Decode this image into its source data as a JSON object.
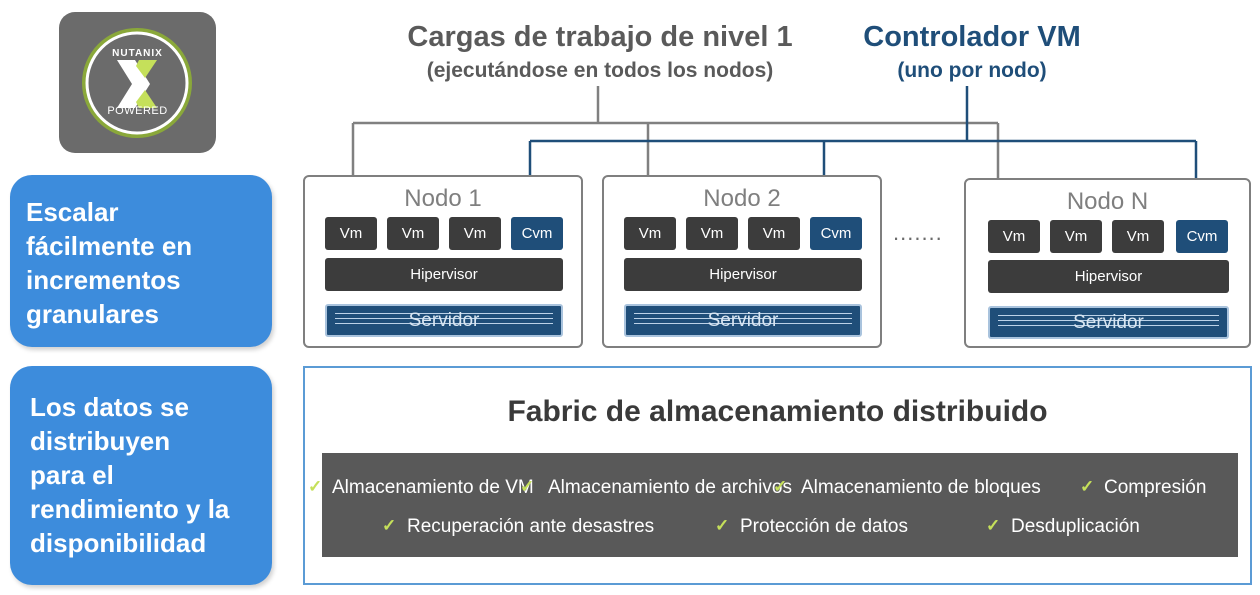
{
  "logo": {
    "brand": "NUTANIX",
    "tagline": "POWERED",
    "colors": {
      "tile": "#6b6b6b",
      "ring": "#ffffff",
      "x_light": "#c5e05a",
      "x_dark": "#8aa83a"
    }
  },
  "side_panels": [
    {
      "lines": [
        "Escalar",
        "fácilmente en",
        "incrementos",
        "granulares"
      ]
    },
    {
      "lines": [
        "Los datos se",
        "distribuyen",
        "para el",
        "rendimiento y la",
        "disponibilidad"
      ]
    }
  ],
  "workloads": {
    "title": "Cargas de trabajo de nivel 1",
    "subtitle": "(ejecutándose en todos los nodos)"
  },
  "controller": {
    "title": "Controlador VM",
    "subtitle": "(uno por nodo)"
  },
  "nodes": [
    {
      "title": "Nodo 1",
      "vms": [
        "Vm",
        "Vm",
        "Vm"
      ],
      "cvm": "Cvm",
      "hypervisor": "Hipervisor",
      "server": "Servidor"
    },
    {
      "title": "Nodo 2",
      "vms": [
        "Vm",
        "Vm",
        "Vm"
      ],
      "cvm": "Cvm",
      "hypervisor": "Hipervisor",
      "server": "Servidor"
    },
    {
      "title": "Nodo N",
      "vms": [
        "Vm",
        "Vm",
        "Vm"
      ],
      "cvm": "Cvm",
      "hypervisor": "Hipervisor",
      "server": "Servidor"
    }
  ],
  "ellipsis": ".......",
  "fabric": {
    "title": "Fabric de almacenamiento distribuido",
    "check_mark": "✓",
    "features": [
      "Almacenamiento de VM",
      "Almacenamiento de archivos",
      "Almacenamiento de bloques",
      "Compresión",
      "Recuperación ante desastres",
      "Protección de datos",
      "Desduplicación"
    ]
  },
  "colors": {
    "panel_blue": "#3d8cdc",
    "navy": "#1f4e79",
    "gray_arrow": "#808080",
    "dark_chip": "#3c3c3c",
    "fabric_bar": "#595959",
    "fabric_border": "#5b9bd5"
  }
}
